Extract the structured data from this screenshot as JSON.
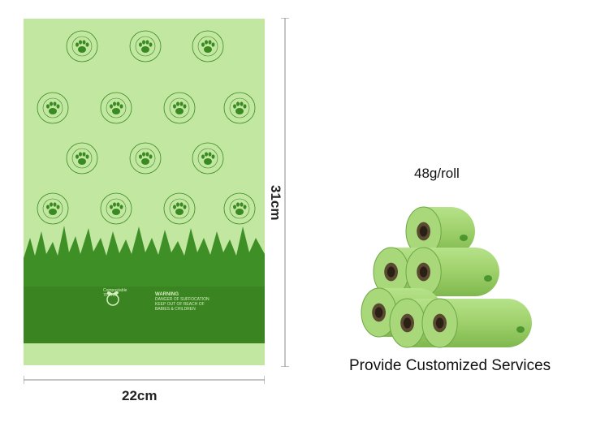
{
  "product": {
    "stamp_text": "COMPOSTABLE",
    "warning_title": "WARNING",
    "warning_lines": [
      "DANGER OF SUFFOCATION",
      "KEEP OUT OF REACH OF",
      "BABIES & CHILDREN"
    ],
    "logo_text": "Compostable",
    "logo_code": "7P0466"
  },
  "dimensions": {
    "width": "22cm",
    "height": "31cm"
  },
  "weight": "48g/roll",
  "service": "Provide Customized Services",
  "colors": {
    "bag": "#c2e7a1",
    "grass": "#3f8f27",
    "print": "#3a8a22"
  }
}
